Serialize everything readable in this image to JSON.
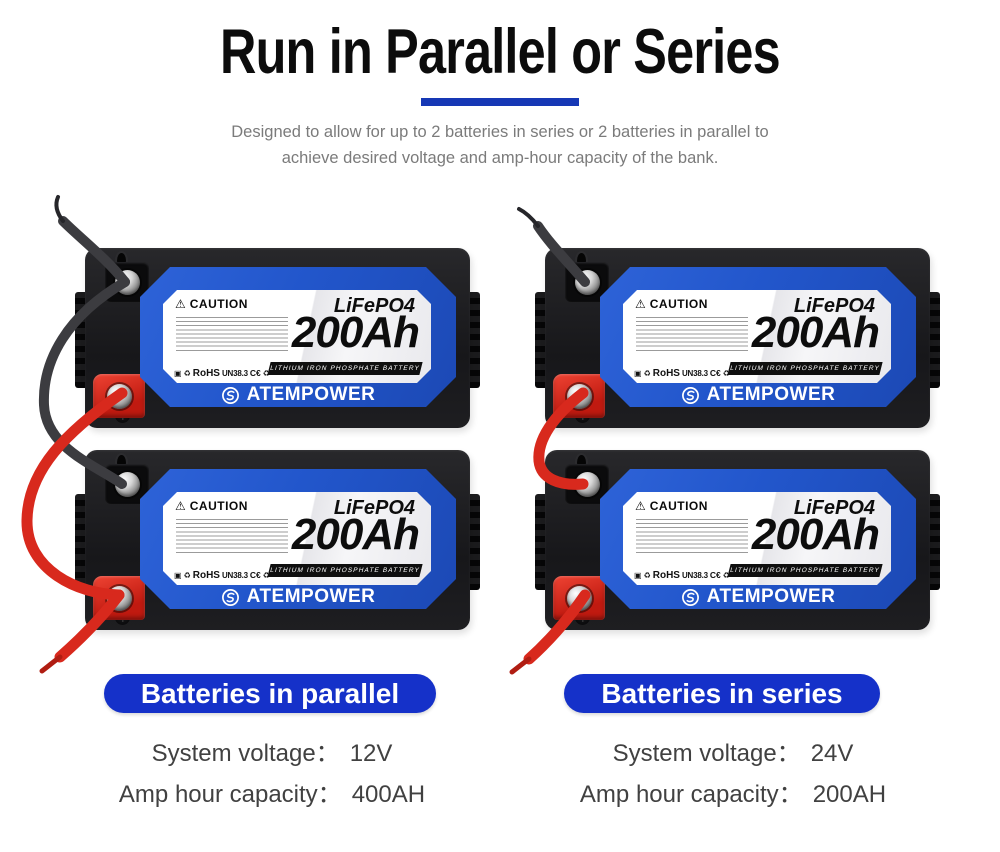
{
  "header": {
    "title": "Run in Parallel or Series",
    "subtitle_line1": "Designed to allow for up to 2 batteries in series or 2 batteries in parallel to",
    "subtitle_line2": "achieve desired voltage and amp-hour capacity of the bank."
  },
  "battery_label": {
    "warning_icon": "⚠",
    "caution_title": "CAUTION",
    "chemistry": "LiFePO4",
    "capacity": "200Ah",
    "subtitle_bar": "LITHIUM IRON PHOSPHATE BATTERY",
    "cert": {
      "bin_icon": "▣",
      "cycle_icon": "♻",
      "rohs": "RoHS",
      "un": "UN38.3",
      "ce": "C€",
      "end_icon": "♻"
    },
    "brand": "ATEMPOWER"
  },
  "groups": [
    {
      "name": "parallel",
      "pill": "Batteries in parallel",
      "specs": [
        {
          "label": "System voltage：",
          "value": "12V"
        },
        {
          "label": "Amp hour capacity：",
          "value": "400AH"
        }
      ]
    },
    {
      "name": "series",
      "pill": "Batteries in series",
      "specs": [
        {
          "label": "System voltage：",
          "value": "24V"
        },
        {
          "label": "Amp hour capacity：",
          "value": "200AH"
        }
      ]
    }
  ],
  "colors": {
    "panel_blue": "#2256cb",
    "pill_blue": "#1531c9",
    "divider_blue": "#1638b5",
    "cable_red": "#d8291d",
    "cable_black": "#3c3c40"
  }
}
